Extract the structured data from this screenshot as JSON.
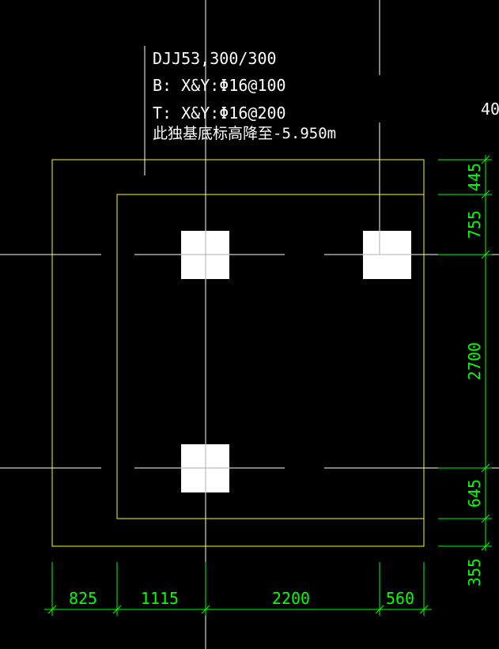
{
  "annotation": {
    "line1": "DJJ53,300/300",
    "line2": "B: X&Y:Φ16@100",
    "line3": "T: X&Y:Φ16@200",
    "line4": "此独基底标高降至-5.950m"
  },
  "cut_text": "40",
  "dims_bottom": [
    "825",
    "1115",
    "2200",
    "560"
  ],
  "dims_right": [
    "445",
    "755",
    "2700",
    "645",
    "355"
  ],
  "colors": {
    "background": "#000000",
    "outline": "#ffff00",
    "dimension": "#00ff00",
    "grid": "#ffffff",
    "column": "#ffffff"
  }
}
